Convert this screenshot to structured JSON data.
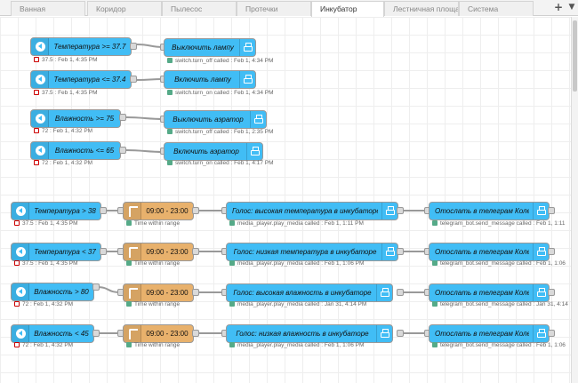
{
  "tabs": [
    {
      "label": "Ванная",
      "active": false
    },
    {
      "label": "Коридор",
      "active": false
    },
    {
      "label": "Пылесос",
      "active": false
    },
    {
      "label": "Протечки",
      "active": false
    },
    {
      "label": "Инкубатор",
      "active": true
    },
    {
      "label": "Лестничная площа",
      "active": false
    },
    {
      "label": "Система",
      "active": false
    }
  ],
  "tab_controls": {
    "add": "+",
    "menu": "▼"
  },
  "colors": {
    "ha_node": "#41bdf5",
    "time_range_node": "#e8b16c",
    "wire": "#999999",
    "status_red": "#cc0000",
    "status_green": "#55aa88"
  },
  "flows": {
    "group1": [
      {
        "trigger": "Температура >= 37.7",
        "trigger_status": "37.5 : Feb 1, 4:35 PM",
        "action": "Выключить лампу",
        "action_status": "switch.turn_off called : Feb 1, 4:34 PM"
      },
      {
        "trigger": "Температура <= 37.4",
        "trigger_status": "37.5 : Feb 1, 4:35 PM",
        "action": "Включить лампу",
        "action_status": "switch.turn_on called : Feb 1, 4:34 PM"
      },
      {
        "trigger": "Влажность >= 75",
        "trigger_status": "72 : Feb 1, 4:32 PM",
        "action": "Выключить аэратор",
        "action_status": "switch.turn_off called : Feb 1, 2:35 PM"
      },
      {
        "trigger": "Влажность <= 65",
        "trigger_status": "72 : Feb 1, 4:32 PM",
        "action": "Включить аэратор",
        "action_status": "switch.turn_on called : Feb 1, 4:17 PM"
      }
    ],
    "group2": [
      {
        "trigger": "Температура > 38",
        "trigger_status": "37.5 : Feb 1, 4:35 PM",
        "range": "09:00 - 23:00",
        "range_status": "Time within range",
        "voice": "Голос: высокая температура в инкубаторе",
        "voice_status": "media_player.play_media called : Feb 1, 1:11 PM",
        "telegram": "Отослать в телеграм Коле",
        "telegram_status": "telegram_bot.send_message called : Feb 1, 1:11"
      },
      {
        "trigger": "Температура < 37",
        "trigger_status": "37.5 : Feb 1, 4:35 PM",
        "range": "09:00 - 23:00",
        "range_status": "Time within range",
        "voice": "Голос: низкая температура в инкубаторе",
        "voice_status": "media_player.play_media called : Feb 1, 1:06 PM",
        "telegram": "Отослать в телеграм Коле",
        "telegram_status": "telegram_bot.send_message called : Feb 1, 1:06"
      },
      {
        "trigger": "Влажность > 80",
        "trigger_status": "72 : Feb 1, 4:32 PM",
        "range": "09:00 - 23:00",
        "range_status": "Time within range",
        "voice": "Голос: высокая влажность в инкубаторе",
        "voice_status": "media_player.play_media called : Jan 31, 4:14 PM",
        "telegram": "Отослать в телеграм Коле",
        "telegram_status": "telegram_bot.send_message called : Jan 31, 4:14"
      },
      {
        "trigger": "Влажность < 45",
        "trigger_status": "72 : Feb 1, 4:32 PM",
        "range": "09:00 - 23:00",
        "range_status": "Time within range",
        "voice": "Голос: низкая влажность в инкубаторе",
        "voice_status": "media_player.play_media called : Feb 1, 1:06 PM",
        "telegram": "Отослать в телеграм Коле",
        "telegram_status": "telegram_bot.send_message called : Feb 1, 1:06"
      }
    ]
  }
}
